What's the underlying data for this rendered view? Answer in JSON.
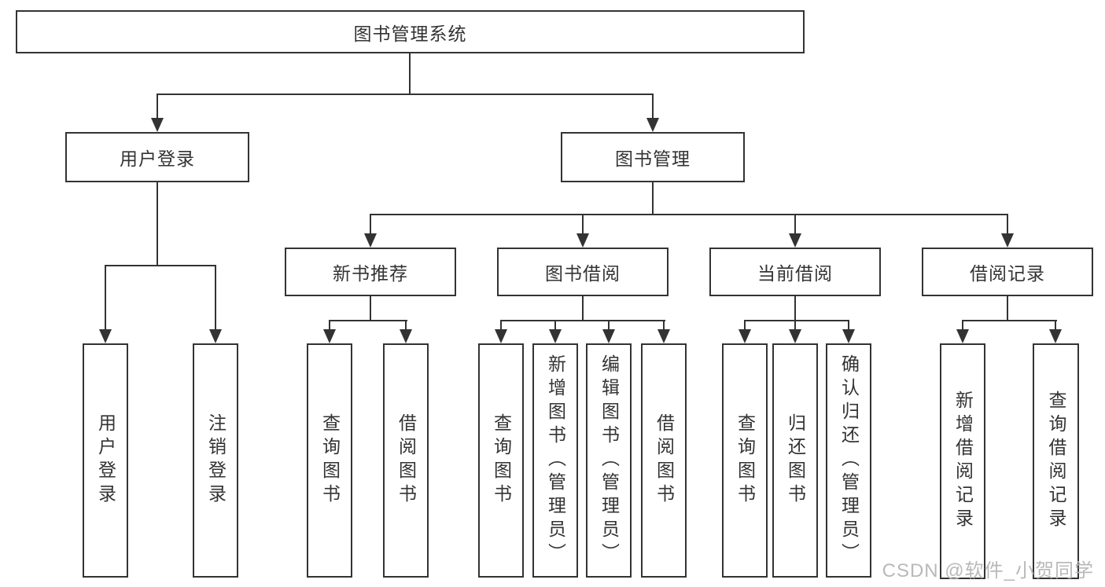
{
  "diagram": {
    "title": "图书管理系统",
    "type": "functional-structure-tree"
  },
  "nodes": {
    "root": {
      "label": "图书管理系统"
    },
    "user_login": {
      "label": "用户登录"
    },
    "book_management": {
      "label": "图书管理"
    },
    "new_book_recommend": {
      "label": "新书推荐"
    },
    "book_borrow": {
      "label": "图书借阅"
    },
    "current_borrow": {
      "label": "当前借阅"
    },
    "borrow_records": {
      "label": "借阅记录"
    },
    "leaf_user_login": {
      "label": "用户登录"
    },
    "leaf_logout": {
      "label": "注销登录"
    },
    "leaf_query_books_1": {
      "label": "查询图书"
    },
    "leaf_borrow_books_1": {
      "label": "借阅图书"
    },
    "leaf_query_books_2": {
      "label": "查询图书"
    },
    "leaf_add_books": {
      "label": "新增图书（管理员）"
    },
    "leaf_edit_books": {
      "label": "编辑图书（管理员）"
    },
    "leaf_borrow_books_2": {
      "label": "借阅图书"
    },
    "leaf_query_books_3": {
      "label": "查询图书"
    },
    "leaf_return_books": {
      "label": "归还图书"
    },
    "leaf_confirm_return": {
      "label": "确认归还（管理员）"
    },
    "leaf_add_borrow_record": {
      "label": "新增借阅记录"
    },
    "leaf_query_borrow_record": {
      "label": "查询借阅记录"
    }
  },
  "hierarchy": {
    "图书管理系统": {
      "用户登录": [
        "用户登录",
        "注销登录"
      ],
      "图书管理": {
        "新书推荐": [
          "查询图书",
          "借阅图书"
        ],
        "图书借阅": [
          "查询图书",
          "新增图书（管理员）",
          "编辑图书（管理员）",
          "借阅图书"
        ],
        "当前借阅": [
          "查询图书",
          "归还图书",
          "确认归还（管理员）"
        ],
        "借阅记录": [
          "新增借阅记录",
          "查询借阅记录"
        ]
      }
    }
  },
  "watermark": {
    "text": "CSDN @软件_小贺同学"
  },
  "colors": {
    "line": "#333333",
    "border": "#333333",
    "text": "#333333",
    "background": "#ffffff",
    "watermark": "#b9b9b9"
  }
}
